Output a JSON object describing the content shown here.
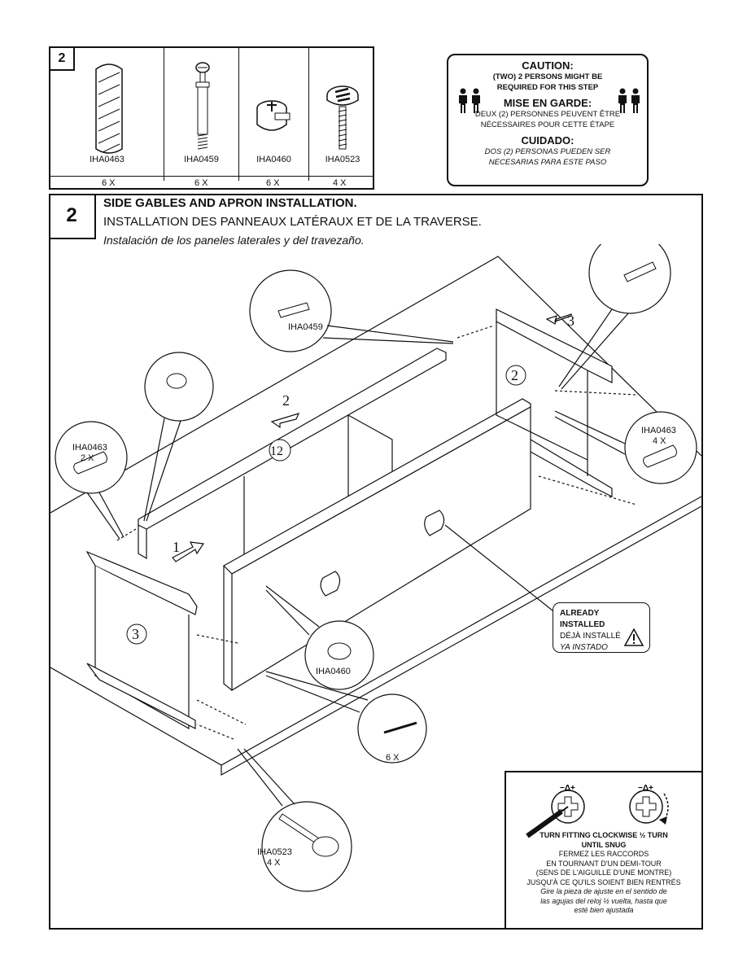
{
  "hardware": {
    "step": "2",
    "items": [
      {
        "code": "IHA0463",
        "qty": "6 X",
        "icon": "wooden-dowel-icon"
      },
      {
        "code": "IHA0459",
        "qty": "6 X",
        "icon": "cam-bolt-icon"
      },
      {
        "code": "IHA0460",
        "qty": "6 X",
        "icon": "cam-lock-icon"
      },
      {
        "code": "IHA0523",
        "qty": "4 X",
        "icon": "screw-icon"
      }
    ]
  },
  "caution": {
    "title_en": "CAUTION:",
    "line1_en": "(TWO) 2 PERSONS MIGHT BE",
    "line2_en": "REQUIRED FOR THIS STEP",
    "title_fr": "MISE EN GARDE:",
    "line1_fr": "DEUX (2) PERSONNES PEUVENT  ÊTRE",
    "line2_fr": "NÉCESSAIRES POUR CETTE ÉTAPE",
    "title_es": "CUIDADO:",
    "line1_es": "DOS (2) PERSONAS PUEDEN SER",
    "line2_es": "NECESARIAS PARA ESTE PASO"
  },
  "step": {
    "number": "2",
    "title_en": "SIDE GABLES AND APRON  INSTALLATION.",
    "title_fr": "INSTALLATION DES PANNEAUX LATÉRAUX ET DE LA TRAVERSE.",
    "title_es": "Instalación de los paneles laterales y del travezaño."
  },
  "diagram": {
    "callout_bolt": "IHA0459",
    "callout_dowel_left_code": "IHA0463",
    "callout_dowel_left_qty": "2 X",
    "callout_dowel_right_code": "IHA0463",
    "callout_dowel_right_qty": "4 X",
    "callout_cam": "IHA0460",
    "callout_screw_code": "IHA0523",
    "callout_screw_qty": "4 X",
    "callout_turn_qty": "6 X",
    "part_labels": [
      "1",
      "2",
      "3",
      "2",
      "3",
      "12"
    ]
  },
  "already_installed": {
    "en": "ALREADY INSTALLED",
    "fr": "DÉJÀ INSTALLÉ",
    "es": "YA INSTADO"
  },
  "turn": {
    "line1": "TURN FITTING CLOCKWISE ½ TURN",
    "line2": "UNTIL SNUG",
    "fr1": "FERMEZ LES RACCORDS",
    "fr2": "EN TOURNANT D'UN DEMI-TOUR",
    "fr3": "(SENS DE L'AIGUILLE D'UNE MONTRE)",
    "fr4": "JUSQU'À CE QU'ILS SOIENT BIEN RENTRÉS",
    "es1": "Gire la pieza de ajuste en el sentido de",
    "es2": "las agujas del reloj ½ vuelta, hasta que",
    "es3": "esté bien ajustada"
  }
}
